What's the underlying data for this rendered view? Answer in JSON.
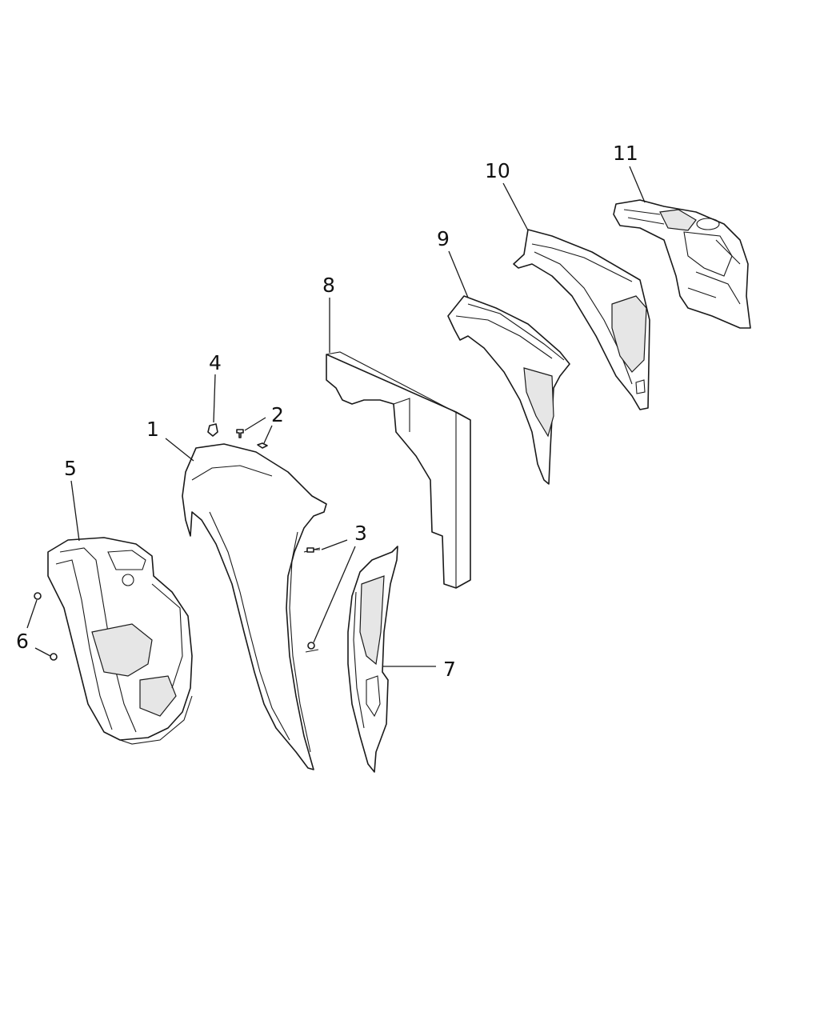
{
  "diagram": {
    "type": "exploded-parts-illustration",
    "callouts": [
      {
        "id": "1",
        "label": "1"
      },
      {
        "id": "2",
        "label": "2"
      },
      {
        "id": "3",
        "label": "3"
      },
      {
        "id": "4",
        "label": "4"
      },
      {
        "id": "5",
        "label": "5"
      },
      {
        "id": "6",
        "label": "6"
      },
      {
        "id": "7",
        "label": "7"
      },
      {
        "id": "8",
        "label": "8"
      },
      {
        "id": "9",
        "label": "9"
      },
      {
        "id": "10",
        "label": "10"
      },
      {
        "id": "11",
        "label": "11"
      }
    ],
    "colors": {
      "line": "#1a1a1a",
      "background": "#ffffff",
      "shade": "#e6e6e6"
    }
  }
}
